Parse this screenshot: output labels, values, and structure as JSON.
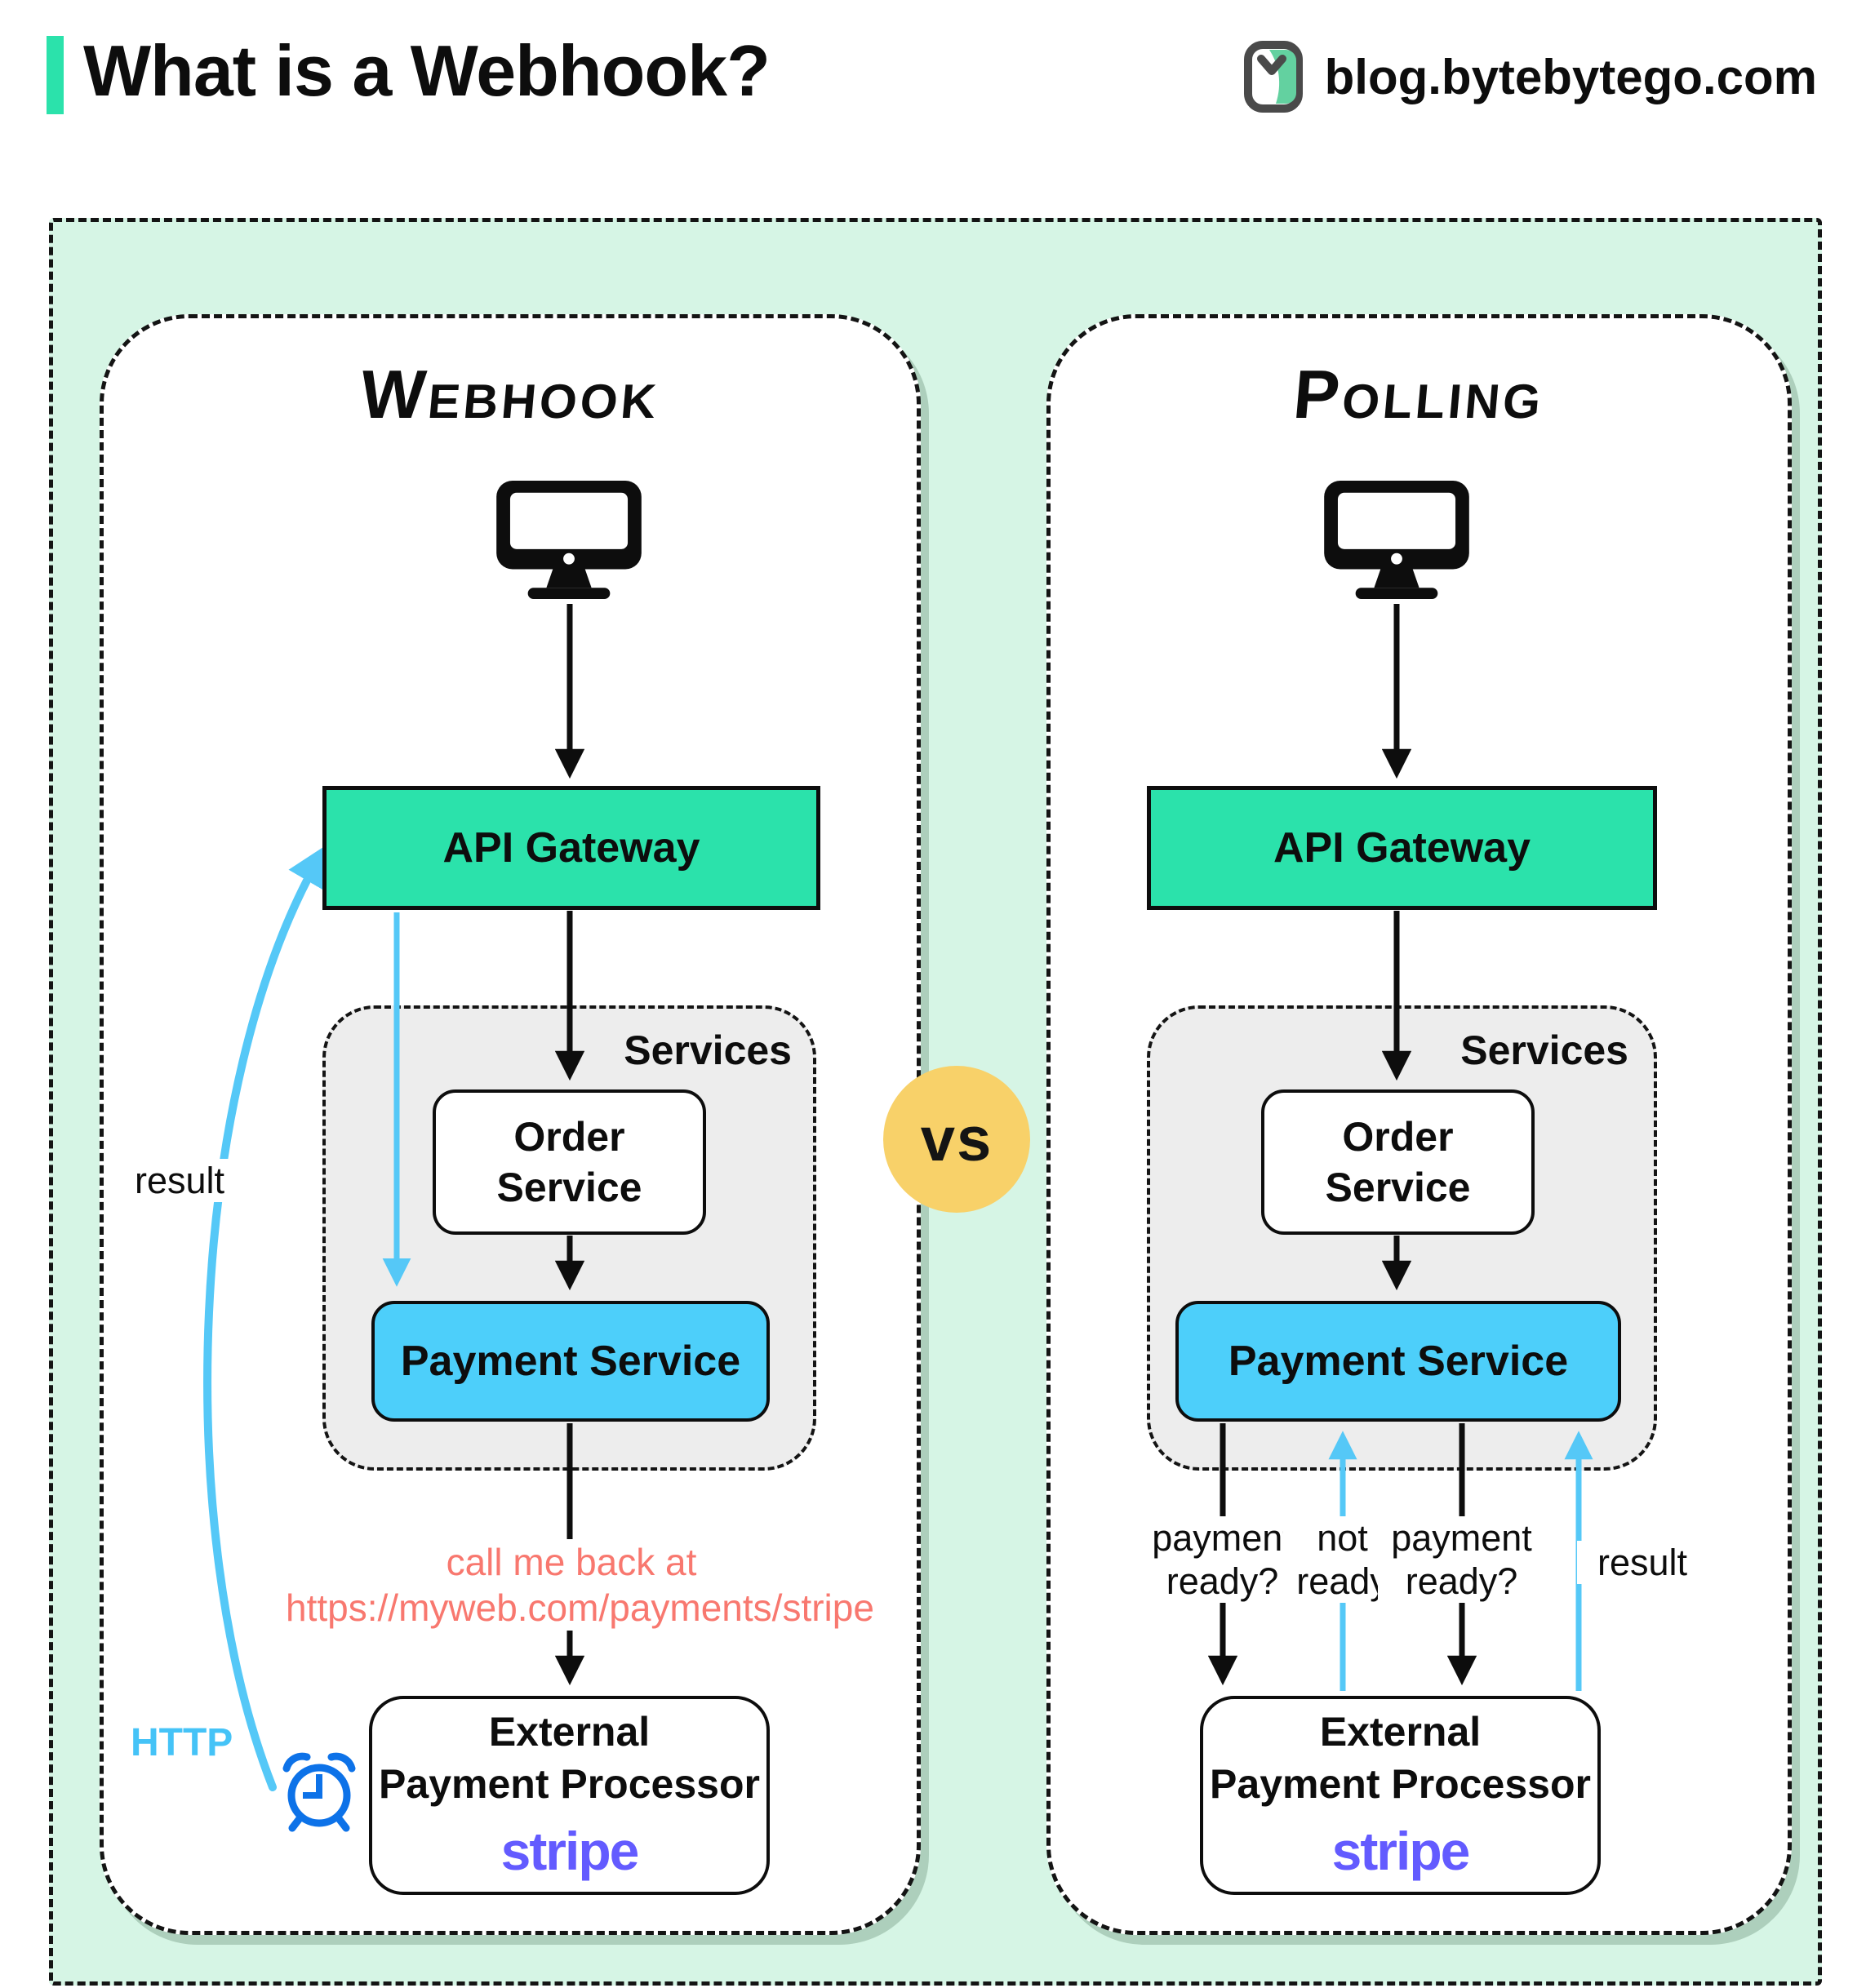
{
  "header": {
    "title": "What is a Webhook?",
    "site": "blog.bytebytego.com"
  },
  "vs_label": "vs",
  "colors": {
    "accent_teal": "#2be2ab",
    "mint_background": "#d6f5e5",
    "payment_blue": "#4dcffa",
    "arrow_blue": "#55c8f7",
    "alarm_blue": "#0d72e8",
    "http_blue": "#45c3f7",
    "note_salmon": "#f8786f",
    "stripe_purple": "#635bff",
    "vs_yellow": "#f8d169",
    "services_gray": "#ededed"
  },
  "panels": {
    "webhook": {
      "title": "Webhook",
      "client_icon": "desktop-computer",
      "api_gateway": "API Gateway",
      "services_label": "Services",
      "order_service": "Order Service",
      "payment_service": "Payment Service",
      "callback_note_line1": "call me back at",
      "callback_note_line2": "https://myweb.com/payments/stripe",
      "external_line1": "External",
      "external_line2": "Payment Processor",
      "external_brand": "stripe",
      "result_label": "result",
      "http_label": "HTTP"
    },
    "polling": {
      "title": "Polling",
      "client_icon": "desktop-computer",
      "api_gateway": "API Gateway",
      "services_label": "Services",
      "order_service": "Order Service",
      "payment_service": "Payment Service",
      "poll_label_1": "payment ready?",
      "poll_label_2": "not ready",
      "poll_label_3": "payment ready?",
      "result_label": "result",
      "external_line1": "External",
      "external_line2": "Payment Processor",
      "external_brand": "stripe"
    }
  }
}
